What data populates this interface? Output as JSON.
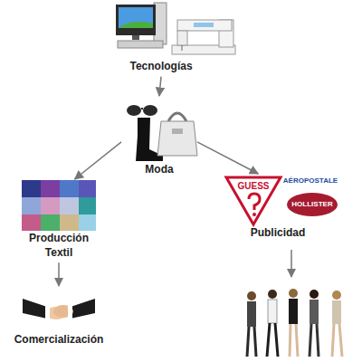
{
  "diagram": {
    "nodes": [
      {
        "text": [
          "Tecnologías"
        ]
      },
      {
        "text": [
          "Moda"
        ]
      },
      {
        "text": [
          "Producción Textil"
        ]
      },
      {
        "text": [
          "Publicidad"
        ]
      },
      {
        "text": [
          "Comercialización"
        ]
      }
    ],
    "edges": [
      {
        "from": 0,
        "to": 1,
        "arrow": "to"
      },
      {
        "from": 1,
        "to": 2,
        "arrow": "to"
      },
      {
        "from": 1,
        "to": 3,
        "arrow": "to"
      },
      {
        "from": 2,
        "to": 4,
        "arrow": "to"
      }
    ],
    "labels": [
      "GUESS",
      "AÉROPOSTALE",
      "HOLLISTER"
    ]
  }
}
